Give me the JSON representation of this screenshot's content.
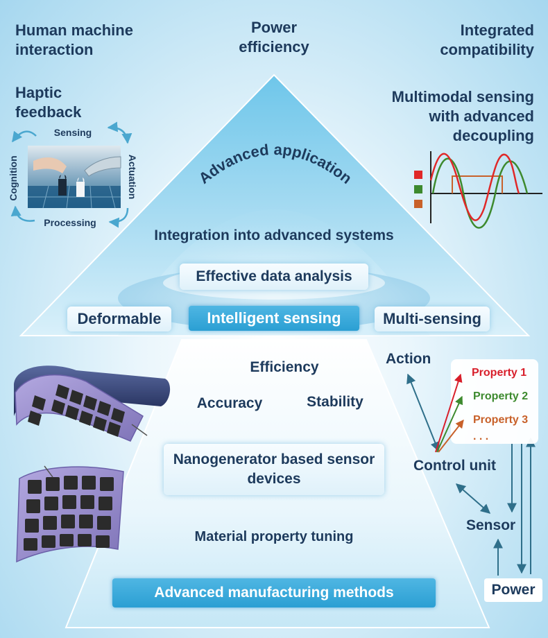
{
  "corners": {
    "hmi": "Human machine interaction",
    "power_eff": "Power efficiency",
    "integrated": "Integrated compatibility",
    "haptic": "Haptic feedback",
    "multimodal": "Multimodal sensing with advanced decoupling"
  },
  "cycle": {
    "sensing": "Sensing",
    "actuation": "Actuation",
    "processing": "Processing",
    "cognition": "Cognition"
  },
  "pyramid": {
    "advanced_application": "Advanced application",
    "integration": "Integration into advanced systems",
    "data_analysis": "Effective data analysis",
    "deformable": "Deformable",
    "intelligent": "Intelligent sensing",
    "multi_sensing": "Multi-sensing"
  },
  "lower": {
    "efficiency": "Efficiency",
    "accuracy": "Accuracy",
    "stability": "Stability",
    "nanogenerator": "Nanogenerator based sensor devices",
    "material_tuning": "Material property tuning",
    "manufacturing": "Advanced manufacturing methods"
  },
  "control": {
    "action": "Action",
    "control_unit": "Control unit",
    "sensor": "Sensor",
    "power": "Power",
    "properties": [
      "Property 1",
      "Property 2",
      "Property 3"
    ],
    "ellipsis": ". . .",
    "property_colors": [
      "#d81e2a",
      "#3d8a2e",
      "#c8612a"
    ]
  },
  "colors": {
    "text": "#1d3a5c",
    "accent": "#2b9fd3",
    "arrow": "#2f6f8a"
  }
}
